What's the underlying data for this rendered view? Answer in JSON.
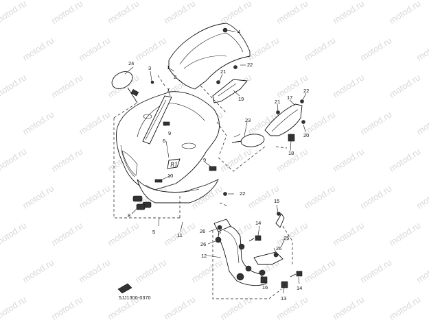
{
  "watermark": "motod.ru",
  "diagram_code": "5JJ1300-0370",
  "callouts": {
    "c1": "1",
    "c2": "2",
    "c3": "3",
    "c4": "4",
    "c5": "5",
    "c6": "6",
    "c7": "7",
    "c8": "8",
    "c9": "9",
    "c10": "10",
    "c11": "11",
    "c12": "12",
    "c13": "13",
    "c14a": "14",
    "c14b": "14",
    "c15": "15",
    "c16": "16",
    "c17": "17",
    "c18": "18",
    "c19": "19",
    "c20": "20",
    "c21a": "21",
    "c21b": "21",
    "c22a": "22",
    "c22b": "22",
    "c22c": "22",
    "c23": "23",
    "c24": "24",
    "c25": "25",
    "c26a": "26",
    "c26b": "26",
    "c26c": "26",
    "c9b": "9"
  }
}
